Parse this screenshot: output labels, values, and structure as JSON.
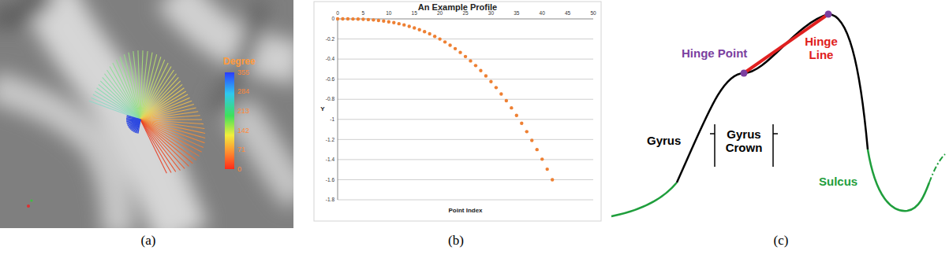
{
  "diagram": {
    "labels": [
      "Degree",
      "355",
      "284",
      "213",
      "142",
      "71",
      "0",
      "An Example Profile",
      "0",
      "5",
      "10",
      "15",
      "20",
      "25",
      "30",
      "35",
      "40",
      "45",
      "50",
      "0",
      "-0.2",
      "-0.4",
      "-0.6",
      "-0.8",
      "-1",
      "-1.2",
      "-1.4",
      "-1.6",
      "-1.8",
      "Y",
      "Point Index",
      "Hinge Point",
      "Hinge Line",
      "Gyrus",
      "Gyrus Crown",
      "Sulcus",
      "(a)",
      "(b)",
      "(c)"
    ]
  }
}
